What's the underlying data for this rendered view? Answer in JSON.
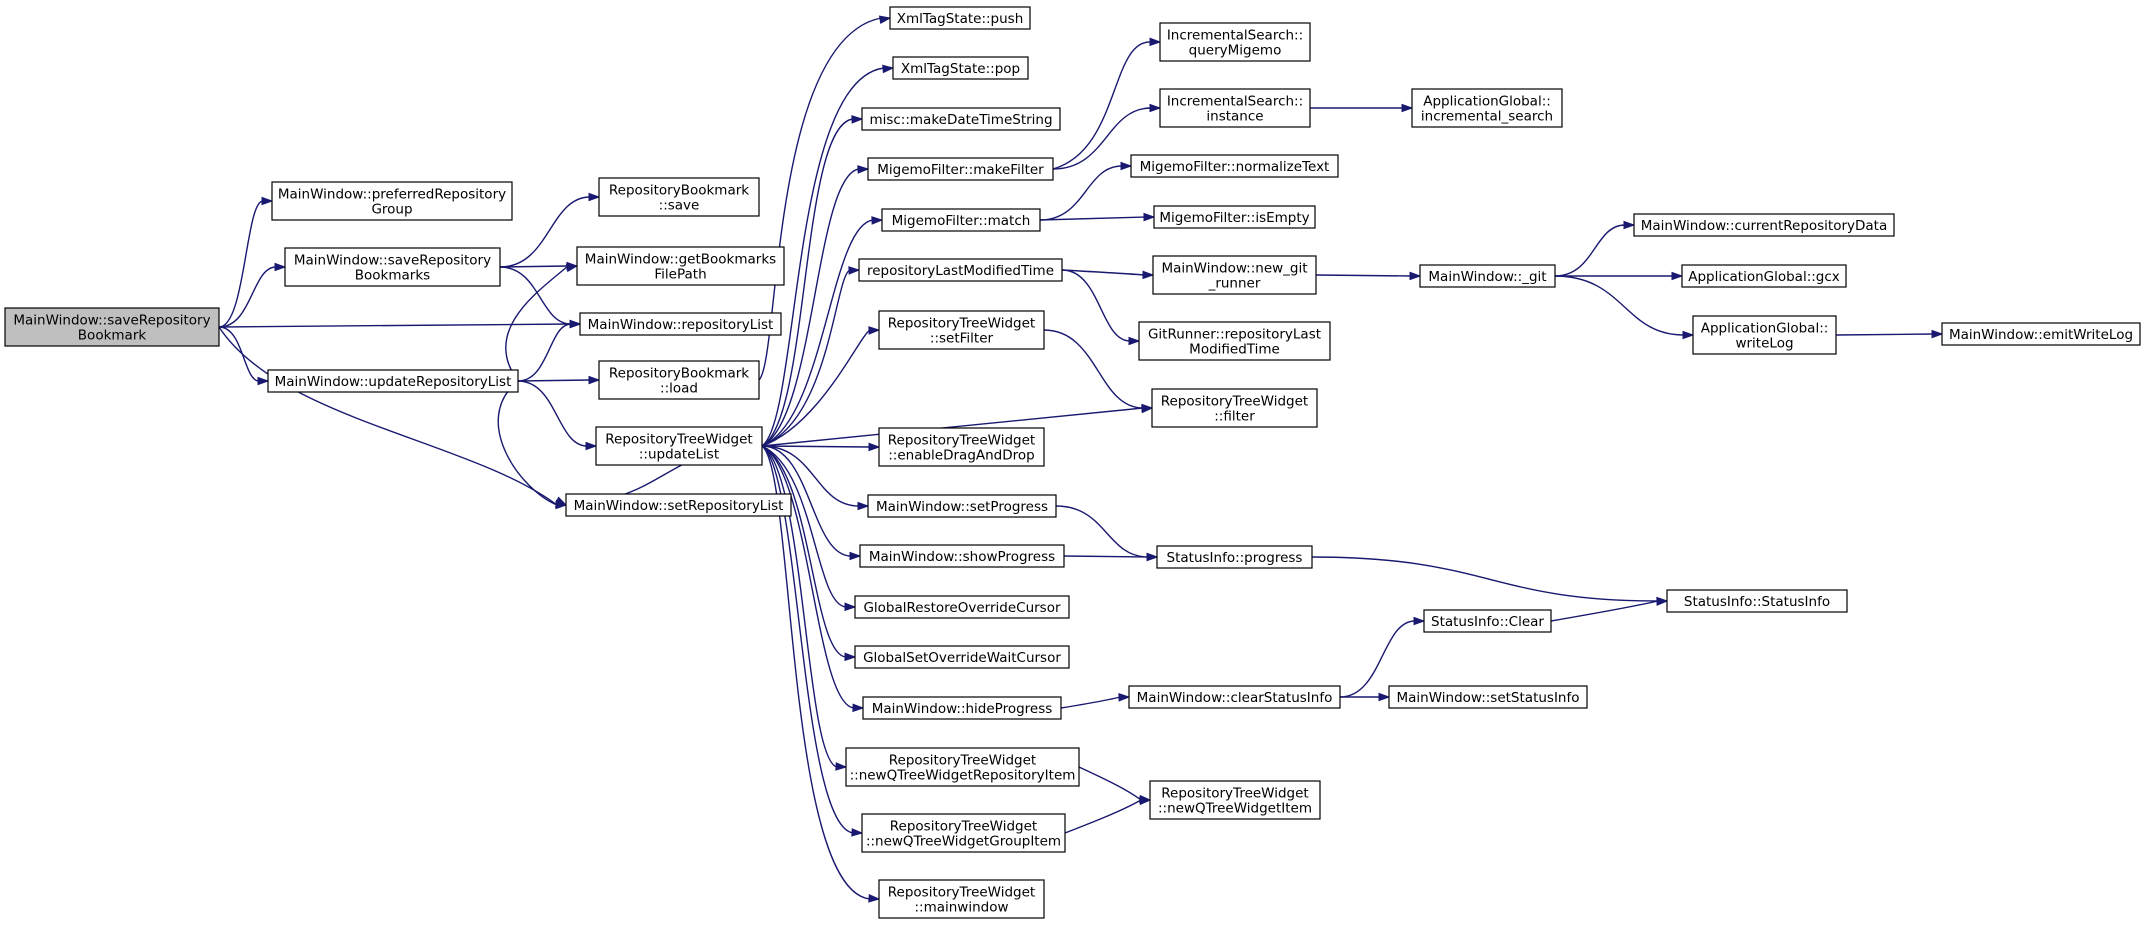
{
  "graph": {
    "title": "",
    "colors": {
      "edge": "#191970",
      "node_border": "#000000",
      "root_fill": "#bfbfbf",
      "node_fill": "#ffffff"
    },
    "nodes": [
      {
        "id": "root",
        "lines": [
          "MainWindow::saveRepository",
          "Bookmark"
        ],
        "root": true
      },
      {
        "id": "preferredGroup",
        "lines": [
          "MainWindow::preferredRepository",
          "Group"
        ]
      },
      {
        "id": "saveRepoBookmarks",
        "lines": [
          "MainWindow::saveRepository",
          "Bookmarks"
        ]
      },
      {
        "id": "updateRepoList",
        "lines": [
          "MainWindow::updateRepositoryList"
        ]
      },
      {
        "id": "rbSave",
        "lines": [
          "RepositoryBookmark",
          "::save"
        ]
      },
      {
        "id": "getBookmarksFilePath",
        "lines": [
          "MainWindow::getBookmarks",
          "FilePath"
        ]
      },
      {
        "id": "repositoryList",
        "lines": [
          "MainWindow::repositoryList"
        ]
      },
      {
        "id": "rbLoad",
        "lines": [
          "RepositoryBookmark",
          "::load"
        ]
      },
      {
        "id": "rtwUpdateList",
        "lines": [
          "RepositoryTreeWidget",
          "::updateList"
        ]
      },
      {
        "id": "setRepositoryList",
        "lines": [
          "MainWindow::setRepositoryList"
        ]
      },
      {
        "id": "xmlPush",
        "lines": [
          "XmlTagState::push"
        ]
      },
      {
        "id": "xmlPop",
        "lines": [
          "XmlTagState::pop"
        ]
      },
      {
        "id": "makeDateTimeString",
        "lines": [
          "misc::makeDateTimeString"
        ]
      },
      {
        "id": "makeFilter",
        "lines": [
          "MigemoFilter::makeFilter"
        ]
      },
      {
        "id": "mfMatch",
        "lines": [
          "MigemoFilter::match"
        ]
      },
      {
        "id": "repoLastModified",
        "lines": [
          "repositoryLastModifiedTime"
        ]
      },
      {
        "id": "rtwSetFilter",
        "lines": [
          "RepositoryTreeWidget",
          "::setFilter"
        ]
      },
      {
        "id": "rtwEnableDnD",
        "lines": [
          "RepositoryTreeWidget",
          "::enableDragAndDrop"
        ]
      },
      {
        "id": "setProgress",
        "lines": [
          "MainWindow::setProgress"
        ]
      },
      {
        "id": "showProgress",
        "lines": [
          "MainWindow::showProgress"
        ]
      },
      {
        "id": "globalRestore",
        "lines": [
          "GlobalRestoreOverrideCursor"
        ]
      },
      {
        "id": "globalSetWait",
        "lines": [
          "GlobalSetOverrideWaitCursor"
        ]
      },
      {
        "id": "hideProgress",
        "lines": [
          "MainWindow::hideProgress"
        ]
      },
      {
        "id": "newRepoItem",
        "lines": [
          "RepositoryTreeWidget",
          "::newQTreeWidgetRepositoryItem"
        ]
      },
      {
        "id": "newGroupItem",
        "lines": [
          "RepositoryTreeWidget",
          "::newQTreeWidgetGroupItem"
        ]
      },
      {
        "id": "rtwMainwindow",
        "lines": [
          "RepositoryTreeWidget",
          "::mainwindow"
        ]
      },
      {
        "id": "isQueryMigemo",
        "lines": [
          "IncrementalSearch::",
          "queryMigemo"
        ]
      },
      {
        "id": "isInstance",
        "lines": [
          "IncrementalSearch::",
          "instance"
        ]
      },
      {
        "id": "normalizeText",
        "lines": [
          "MigemoFilter::normalizeText"
        ]
      },
      {
        "id": "mfIsEmpty",
        "lines": [
          "MigemoFilter::isEmpty"
        ]
      },
      {
        "id": "newGitRunner",
        "lines": [
          "MainWindow::new_git",
          "_runner"
        ]
      },
      {
        "id": "grLastModified",
        "lines": [
          "GitRunner::repositoryLast",
          "ModifiedTime"
        ]
      },
      {
        "id": "rtwFilter",
        "lines": [
          "RepositoryTreeWidget",
          "::filter"
        ]
      },
      {
        "id": "siProgress",
        "lines": [
          "StatusInfo::progress"
        ]
      },
      {
        "id": "clearStatusInfo",
        "lines": [
          "MainWindow::clearStatusInfo"
        ]
      },
      {
        "id": "newQTreeItem",
        "lines": [
          "RepositoryTreeWidget",
          "::newQTreeWidgetItem"
        ]
      },
      {
        "id": "agIncSearch",
        "lines": [
          "ApplicationGlobal::",
          "incremental_search"
        ]
      },
      {
        "id": "mwGit",
        "lines": [
          "MainWindow::_git"
        ]
      },
      {
        "id": "siClear",
        "lines": [
          "StatusInfo::Clear"
        ]
      },
      {
        "id": "setStatusInfo",
        "lines": [
          "MainWindow::setStatusInfo"
        ]
      },
      {
        "id": "currentRepoData",
        "lines": [
          "MainWindow::currentRepositoryData"
        ]
      },
      {
        "id": "agGcx",
        "lines": [
          "ApplicationGlobal::gcx"
        ]
      },
      {
        "id": "agWriteLog",
        "lines": [
          "ApplicationGlobal::",
          "writeLog"
        ]
      },
      {
        "id": "siStatusInfo",
        "lines": [
          "StatusInfo::StatusInfo"
        ]
      },
      {
        "id": "emitWriteLog",
        "lines": [
          "MainWindow::emitWriteLog"
        ]
      }
    ],
    "edges": [
      [
        "root",
        "preferredGroup"
      ],
      [
        "root",
        "saveRepoBookmarks"
      ],
      [
        "root",
        "repositoryList"
      ],
      [
        "root",
        "updateRepoList"
      ],
      [
        "root",
        "setRepositoryList"
      ],
      [
        "saveRepoBookmarks",
        "rbSave"
      ],
      [
        "saveRepoBookmarks",
        "getBookmarksFilePath"
      ],
      [
        "saveRepoBookmarks",
        "repositoryList"
      ],
      [
        "updateRepoList",
        "getBookmarksFilePath"
      ],
      [
        "updateRepoList",
        "repositoryList"
      ],
      [
        "updateRepoList",
        "rbLoad"
      ],
      [
        "updateRepoList",
        "rtwUpdateList"
      ],
      [
        "updateRepoList",
        "setRepositoryList"
      ],
      [
        "rbLoad",
        "xmlPush"
      ],
      [
        "rtwUpdateList",
        "xmlPop"
      ],
      [
        "rtwUpdateList",
        "makeDateTimeString"
      ],
      [
        "rtwUpdateList",
        "makeFilter"
      ],
      [
        "rtwUpdateList",
        "mfMatch"
      ],
      [
        "rtwUpdateList",
        "repoLastModified"
      ],
      [
        "rtwUpdateList",
        "rtwSetFilter"
      ],
      [
        "rtwUpdateList",
        "rtwFilter"
      ],
      [
        "rtwUpdateList",
        "rtwEnableDnD"
      ],
      [
        "rtwUpdateList",
        "setProgress"
      ],
      [
        "rtwUpdateList",
        "showProgress"
      ],
      [
        "rtwUpdateList",
        "globalRestore"
      ],
      [
        "rtwUpdateList",
        "globalSetWait"
      ],
      [
        "rtwUpdateList",
        "hideProgress"
      ],
      [
        "rtwUpdateList",
        "newRepoItem"
      ],
      [
        "rtwUpdateList",
        "newGroupItem"
      ],
      [
        "rtwUpdateList",
        "rtwMainwindow"
      ],
      [
        "rtwUpdateList",
        "setRepositoryList"
      ],
      [
        "makeFilter",
        "isQueryMigemo"
      ],
      [
        "makeFilter",
        "isInstance"
      ],
      [
        "mfMatch",
        "normalizeText"
      ],
      [
        "mfMatch",
        "mfIsEmpty"
      ],
      [
        "repoLastModified",
        "newGitRunner"
      ],
      [
        "repoLastModified",
        "grLastModified"
      ],
      [
        "rtwSetFilter",
        "rtwFilter"
      ],
      [
        "setProgress",
        "siProgress"
      ],
      [
        "showProgress",
        "siProgress"
      ],
      [
        "hideProgress",
        "clearStatusInfo"
      ],
      [
        "newRepoItem",
        "newQTreeItem"
      ],
      [
        "newGroupItem",
        "newQTreeItem"
      ],
      [
        "isInstance",
        "agIncSearch"
      ],
      [
        "newGitRunner",
        "mwGit"
      ],
      [
        "siProgress",
        "siStatusInfo"
      ],
      [
        "clearStatusInfo",
        "siClear"
      ],
      [
        "clearStatusInfo",
        "setStatusInfo"
      ],
      [
        "mwGit",
        "currentRepoData"
      ],
      [
        "mwGit",
        "agGcx"
      ],
      [
        "mwGit",
        "agWriteLog"
      ],
      [
        "siClear",
        "siStatusInfo"
      ],
      [
        "agWriteLog",
        "emitWriteLog"
      ]
    ]
  }
}
